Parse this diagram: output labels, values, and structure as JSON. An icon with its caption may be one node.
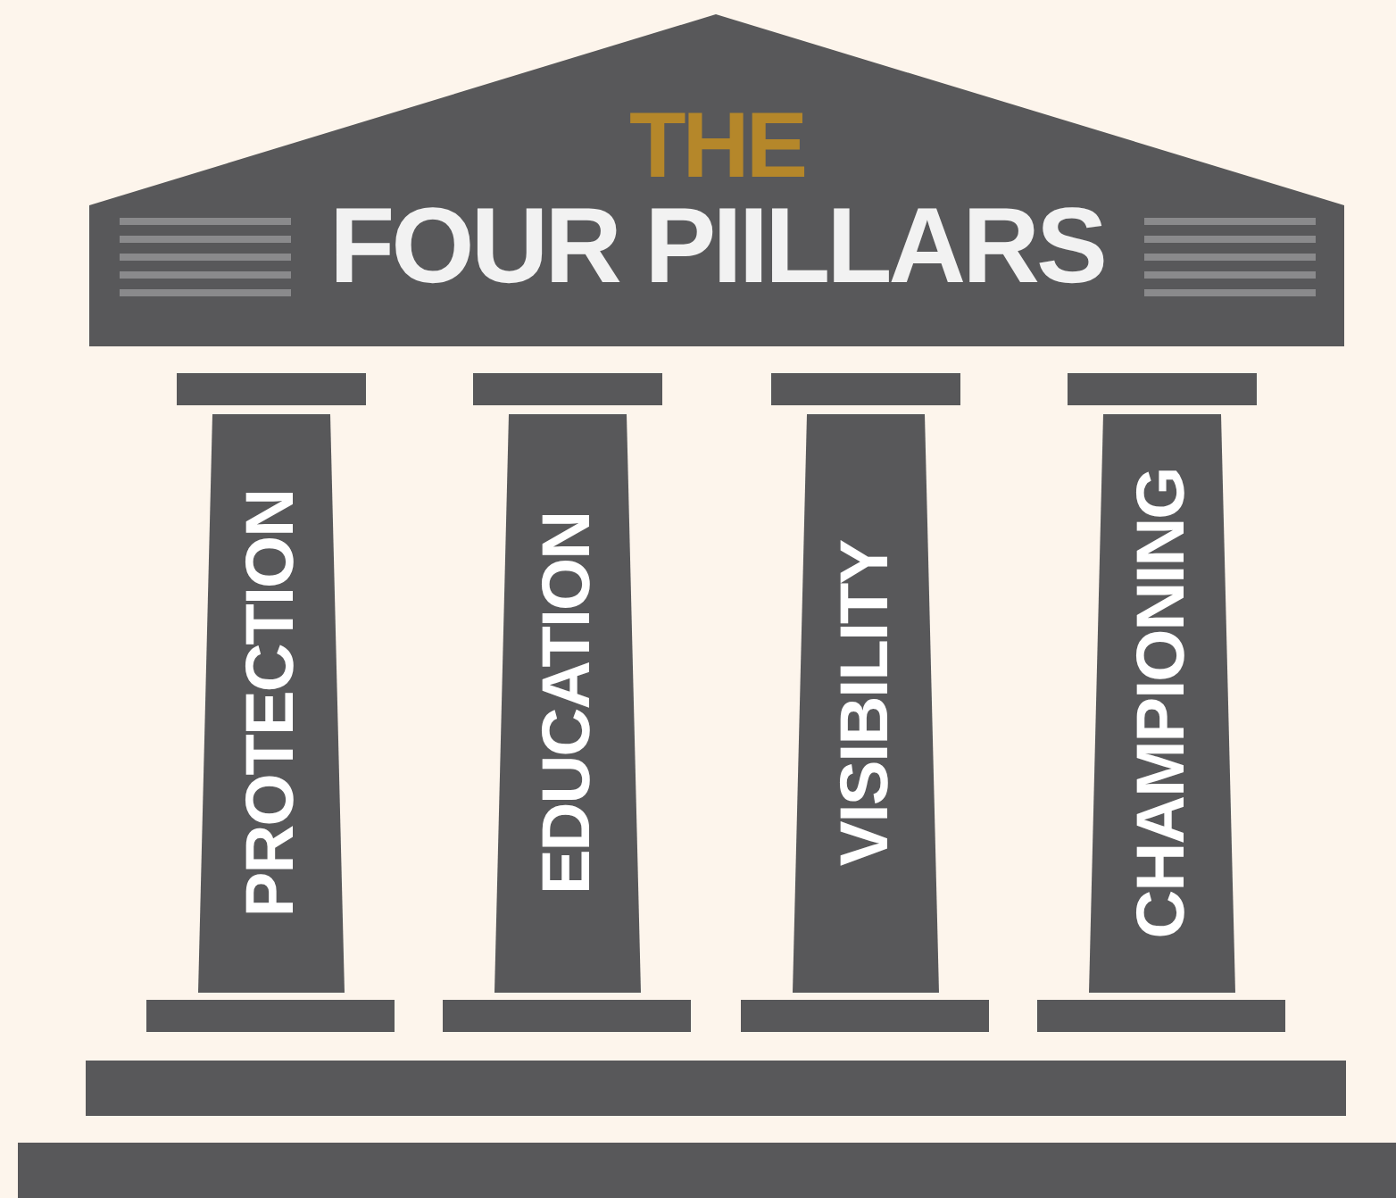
{
  "diagram": {
    "nodes": [
      {
        "text": [
          "THE",
          "FOUR PIILLARS"
        ]
      },
      {
        "text": [
          "PROTECTION"
        ]
      },
      {
        "text": [
          "EDUCATION"
        ]
      },
      {
        "text": [
          "VISIBILITY"
        ]
      },
      {
        "text": [
          "CHAMPIONING"
        ]
      }
    ]
  }
}
